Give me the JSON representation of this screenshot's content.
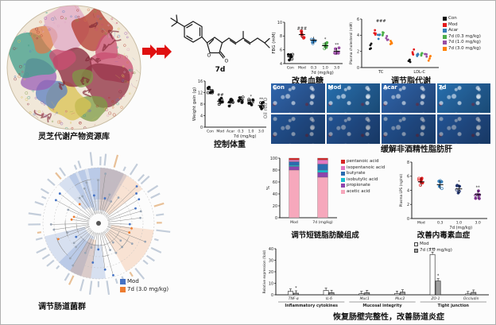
{
  "palette": {
    "arrow_red": "#e01010",
    "mod_blue": "#4472c4",
    "treat_orange": "#ed7d31"
  },
  "panels": {
    "library": {
      "caption": "灵芝代谢产物资源库"
    },
    "compound": {
      "label": "7d"
    },
    "weight": {
      "caption": "控制体重"
    },
    "glucose": {
      "caption": "改善血糖"
    },
    "lipid": {
      "caption": "调节脂代谢"
    },
    "liver": {
      "caption": "缓解非酒精性脂肪肝",
      "stain": "Oil red O",
      "tile_labels": [
        "Con",
        "Mod",
        "Acar",
        "7d"
      ]
    },
    "microbiota": {
      "caption": "调节肠道菌群",
      "legend": [
        {
          "label": "Mod",
          "color": "#4472c4"
        },
        {
          "label": "7d (3.0 mg/kg)",
          "color": "#ed7d31"
        }
      ]
    },
    "scfa": {
      "caption": "调节短链脂肪酸组成"
    },
    "lps": {
      "caption": "改善内毒素血症"
    },
    "gut": {
      "caption": "恢复肠壁完整性，改善肠道炎症"
    }
  },
  "chart_data": [
    {
      "id": "weight",
      "type": "scatter",
      "seed": 1,
      "ylabel": "Weight gain (g)",
      "xlabel": "7d (mg/kg)",
      "categories": [
        "Con",
        "Mod",
        "Acar",
        "0.3",
        "1.0",
        "3.0"
      ],
      "means": [
        13,
        9,
        8.5,
        9.5,
        8.5,
        7.5
      ],
      "sd": 1.2,
      "ylim": [
        0,
        16
      ],
      "yticks": [
        0,
        4,
        8,
        12,
        16
      ],
      "annotations": [
        "",
        "##",
        "",
        "",
        "*",
        "**"
      ]
    },
    {
      "id": "glucose",
      "type": "scatter",
      "seed": 2,
      "ylabel": "FBG (mM)",
      "xlabel": "7d (mg/kg)",
      "categories": [
        "Con",
        "Mod",
        "0.3",
        "1.0",
        "3.0"
      ],
      "means": [
        5.0,
        8.2,
        7.4,
        6.6,
        5.8
      ],
      "sd": 0.5,
      "ylim": [
        4,
        10
      ],
      "yticks": [
        4,
        6,
        8,
        10
      ],
      "point_colors": [
        "#111111",
        "#e41a1c",
        "#377eb8",
        "#4daf4a",
        "#984ea3"
      ],
      "annotations": [
        "",
        "###",
        "",
        "*",
        "**"
      ]
    },
    {
      "id": "lipid",
      "type": "scatter-multi",
      "seed": 4,
      "ylabel": "Plasma cholesterol (mM)",
      "xlabel": "",
      "categories": [
        "TC",
        "LDL-C"
      ],
      "series": [
        {
          "name": "Con",
          "color": "#111111",
          "values": [
            2.6,
            0.9
          ]
        },
        {
          "name": "Mod",
          "color": "#e41a1c",
          "values": [
            4.4,
            1.9
          ]
        },
        {
          "name": "Acar",
          "color": "#377eb8",
          "values": [
            3.9,
            1.6
          ]
        },
        {
          "name": "7d (0.3 mg/kg)",
          "color": "#4daf4a",
          "values": [
            4.1,
            1.7
          ]
        },
        {
          "name": "7d (1.0 mg/kg)",
          "color": "#984ea3",
          "values": [
            3.7,
            1.4
          ]
        },
        {
          "name": "7d (3.0 mg/kg)",
          "color": "#ff7f00",
          "values": [
            3.2,
            1.1
          ]
        }
      ],
      "ylim": [
        0,
        6
      ],
      "yticks": [
        0,
        2,
        4,
        6
      ],
      "annotations": [
        "###",
        ""
      ]
    },
    {
      "id": "scfa",
      "type": "stacked-bar",
      "ylabel": "%",
      "categories": [
        "Mod",
        "7d (mg/kg)"
      ],
      "series_bottom_up": [
        {
          "name": "acetic acid",
          "color": "#f6a8bc",
          "values": [
            80,
            68
          ]
        },
        {
          "name": "propionate",
          "color": "#8e44ad",
          "values": [
            6,
            8
          ]
        },
        {
          "name": "isobutylic acid",
          "color": "#17becf",
          "values": [
            2,
            4
          ]
        },
        {
          "name": "butyrate",
          "color": "#2b6cb0",
          "values": [
            6,
            10
          ]
        },
        {
          "name": "isopentanoic acid",
          "color": "#e377c2",
          "values": [
            3,
            7
          ]
        },
        {
          "name": "pentanoic acid",
          "color": "#d62728",
          "values": [
            3,
            3
          ]
        }
      ],
      "legend_order": [
        "pentanoic acid",
        "isopentanoic acid",
        "butyrate",
        "isobutylic acid",
        "propionate",
        "acetic acid"
      ],
      "ylim": [
        0,
        100
      ],
      "yticks": [
        0,
        20,
        40,
        60,
        80,
        100
      ]
    },
    {
      "id": "lps",
      "type": "scatter",
      "seed": 3,
      "ylabel": "Plasma LPS (ng/ml)",
      "xlabel": "7d (mg/kg)",
      "categories": [
        "Mod",
        "0.3",
        "1.0",
        "3.0"
      ],
      "means": [
        5.2,
        4.8,
        4.2,
        3.4
      ],
      "sd": 0.6,
      "ylim": [
        0,
        8
      ],
      "yticks": [
        0,
        2,
        4,
        6,
        8
      ],
      "point_colors": [
        "#e41a1c",
        "#377eb8",
        "#22356f",
        "#7a2e8d"
      ],
      "annotations": [
        "",
        "",
        "*",
        "**"
      ]
    },
    {
      "id": "gut",
      "type": "grouped-bar",
      "ylabel": "Relative expression (fold)",
      "categories": [
        "TNF-α",
        "IL-6",
        "Muc1",
        "Muc2",
        "ZO-1",
        "Occludin"
      ],
      "series": [
        {
          "name": "Mod",
          "fill": "#ffffff",
          "values": [
            3.0,
            3.8,
            0.9,
            1.1,
            35.0,
            0.8
          ]
        },
        {
          "name": "7d (3.0 mg/kg)",
          "fill": "#9e9e9e",
          "values": [
            1.4,
            1.9,
            1.8,
            2.3,
            12.0,
            2.1
          ]
        }
      ],
      "groups": [
        {
          "label": "Inflammatory cytokines",
          "span": [
            0,
            1
          ]
        },
        {
          "label": "Mucosal integrity",
          "span": [
            2,
            3
          ]
        },
        {
          "label": "Tight junction",
          "span": [
            4,
            5
          ]
        }
      ],
      "ylim": [
        0,
        40
      ],
      "yticks": [
        0,
        10,
        20,
        30,
        40
      ],
      "annotations": [
        {
          "cat": 4,
          "series": 0,
          "text": "***"
        },
        {
          "cat": 0,
          "series": 1,
          "text": "*"
        },
        {
          "cat": 4,
          "series": 1,
          "text": "*"
        }
      ]
    },
    {
      "id": "cladogram",
      "type": "cladogram",
      "legend": [
        "Mod",
        "7d (3.0 mg/kg)"
      ],
      "colors": [
        "#4472c4",
        "#ed7d31"
      ]
    }
  ]
}
